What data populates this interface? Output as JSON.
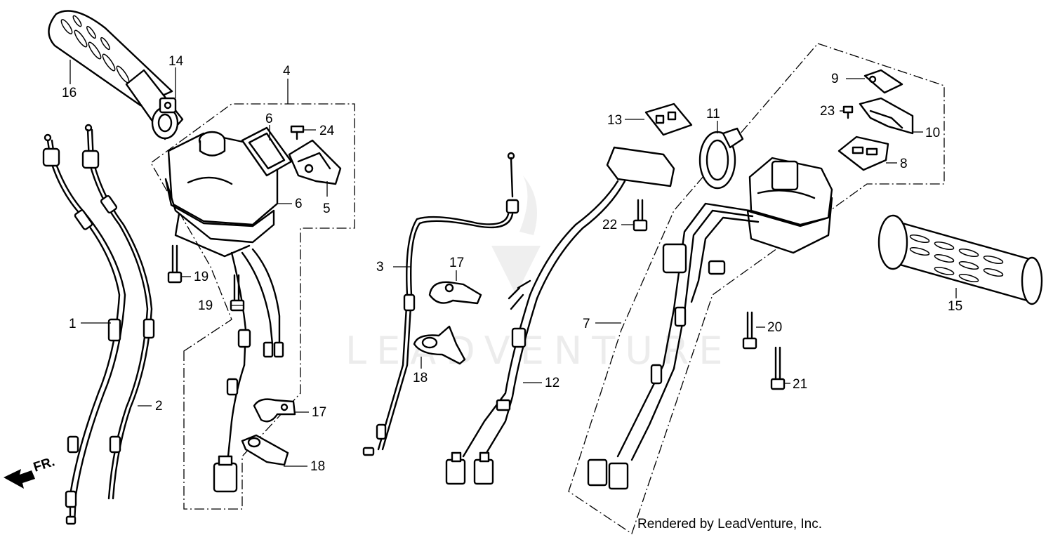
{
  "watermark": "LEADVENTURE",
  "credit": "Rendered by LeadVenture, Inc.",
  "direction_label": "FR.",
  "callouts": {
    "c1": "1",
    "c2": "2",
    "c3": "3",
    "c4": "4",
    "c5": "5",
    "c6a": "6",
    "c6b": "6",
    "c7": "7",
    "c8": "8",
    "c9": "9",
    "c10": "10",
    "c11": "11",
    "c12": "12",
    "c13": "13",
    "c14": "14",
    "c15": "15",
    "c16": "16",
    "c17a": "17",
    "c17b": "17",
    "c18a": "18",
    "c18b": "18",
    "c19a": "19",
    "c19b": "19",
    "c20": "20",
    "c21": "21",
    "c22": "22",
    "c23": "23",
    "c24": "24"
  }
}
